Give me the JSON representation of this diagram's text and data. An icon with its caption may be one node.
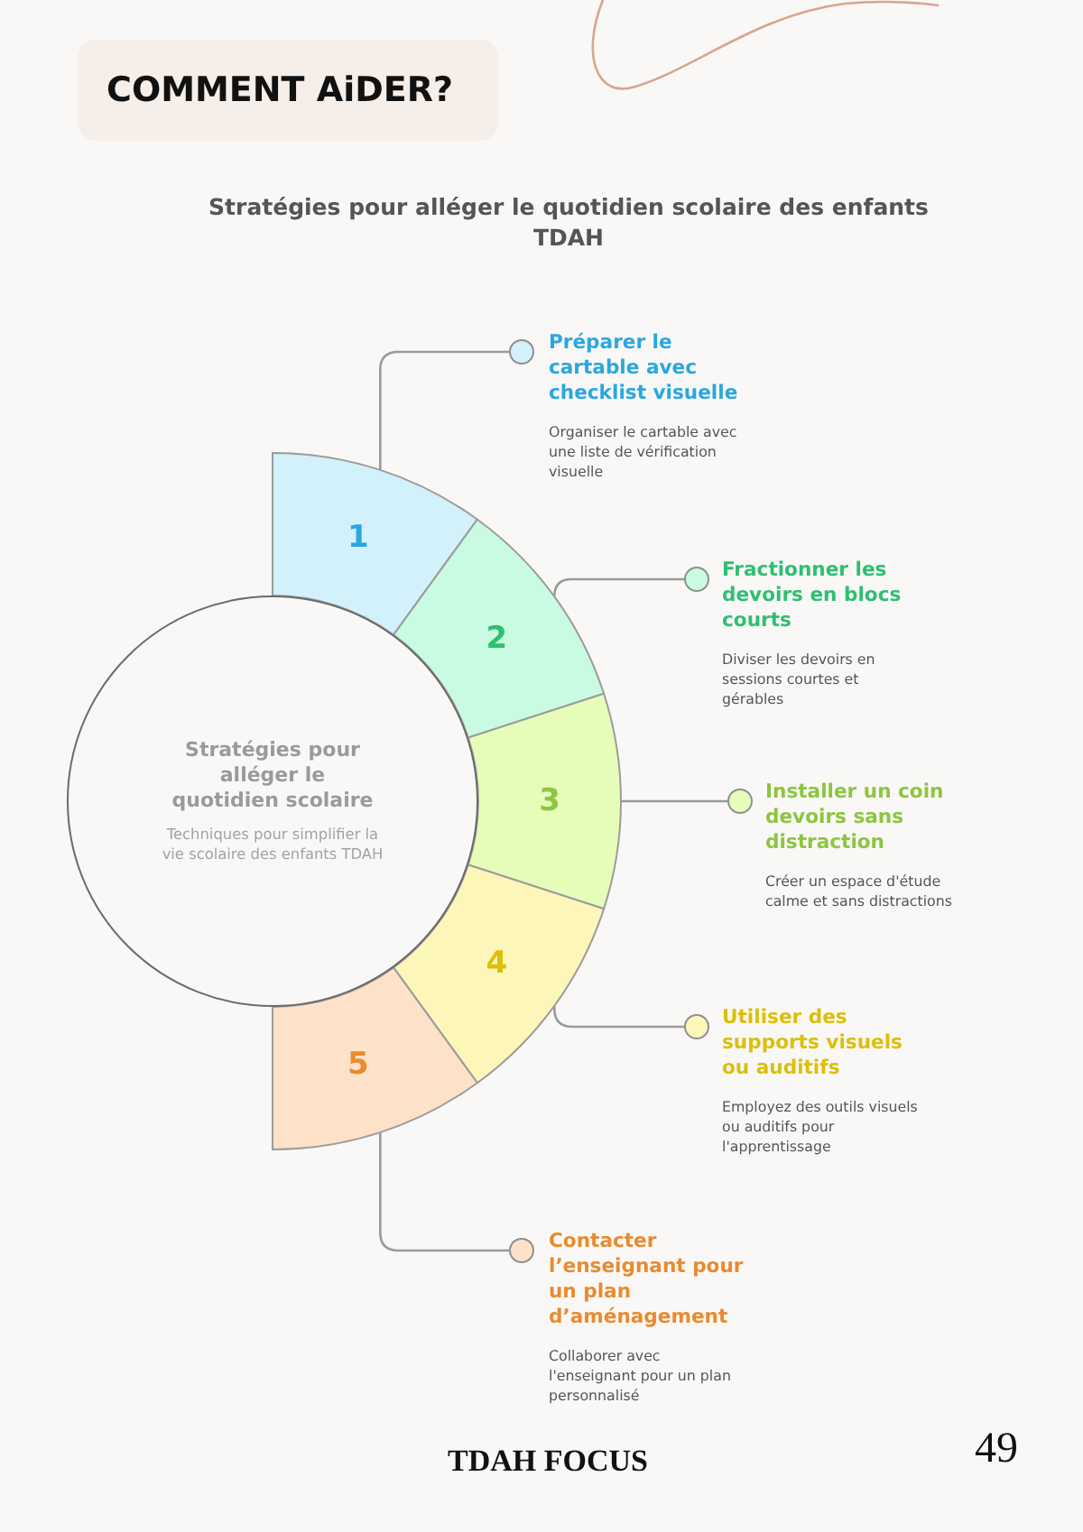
{
  "diagram": {
    "title": "Stratégies pour alléger le quotidien scolaire des enfants TDAH",
    "nodes": [
      {
        "text": [
          "Stratégies pour alléger le quotidien scolaire",
          "Techniques pour simplifier la vie scolaire des enfants TDAH"
        ]
      },
      {
        "text": [
          "1"
        ]
      },
      {
        "text": [
          "2"
        ]
      },
      {
        "text": [
          "3"
        ]
      },
      {
        "text": [
          "4"
        ]
      },
      {
        "text": [
          "5"
        ]
      },
      {
        "text": [],
        "shape": "circle",
        "beside": [
          "Préparer le cartable avec checklist visuelle",
          "Organiser le cartable avec une liste de vérification visuelle"
        ]
      },
      {
        "text": [],
        "shape": "circle",
        "beside": [
          "Fractionner les devoirs en blocs courts",
          "Diviser les devoirs en sessions courtes et gérables"
        ]
      },
      {
        "text": [],
        "shape": "circle",
        "beside": [
          "Installer un coin devoirs sans distraction",
          "Créer un espace d'étude calme et sans distractions"
        ]
      },
      {
        "text": [],
        "shape": "circle",
        "beside": [
          "Utiliser des supports visuels ou auditifs",
          "Employez des outils visuels ou auditifs pour l'apprentissage"
        ]
      },
      {
        "text": [],
        "shape": "circle",
        "beside": [
          "Contacter l’enseignant pour un plan d’aménagement",
          "Collaborer avec l'enseignant pour un plan personnalisé"
        ]
      }
    ],
    "edges": [
      {
        "from": 1,
        "to": 6,
        "arrow": "none"
      },
      {
        "from": 2,
        "to": 7,
        "arrow": "none"
      },
      {
        "from": 3,
        "to": 8,
        "arrow": "none"
      },
      {
        "from": 4,
        "to": 9,
        "arrow": "none"
      },
      {
        "from": 5,
        "to": 10,
        "arrow": "none"
      }
    ],
    "labels": [
      "COMMENT AiDER?",
      "TDAH FOCUS",
      "49"
    ]
  }
}
